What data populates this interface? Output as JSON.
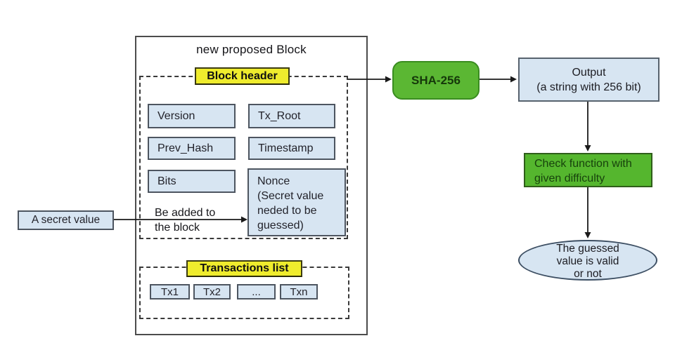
{
  "colors": {
    "node_green": "#5bb733",
    "label_yellow": "#efec2d",
    "box_light_blue": "#d7e5f2"
  },
  "block": {
    "title": "new proposed Block",
    "header": {
      "label": "Block header",
      "fields": {
        "version": "Version",
        "tx_root": "Tx_Root",
        "prev_hash": "Prev_Hash",
        "timestamp": "Timestamp",
        "bits": "Bits"
      },
      "nonce": {
        "l1": "Nonce",
        "l2": "(Secret value",
        "l3": "neded to be",
        "l4": "guessed)"
      },
      "added_note": {
        "l1": "Be added to",
        "l2": "the block"
      }
    },
    "transactions": {
      "label": "Transactions list",
      "items": [
        "Tx1",
        "Tx2",
        "...",
        "Txn"
      ]
    }
  },
  "secret_value": {
    "label": "A secret value"
  },
  "flow": {
    "sha": {
      "label": "SHA-256"
    },
    "output": {
      "l1": "Output",
      "l2": "(a string with 256 bit)"
    },
    "check": {
      "l1": "Check function with",
      "l2": "given difficulty"
    },
    "result": {
      "l1": "The guessed",
      "l2": "value is valid",
      "l3": "or not"
    }
  }
}
